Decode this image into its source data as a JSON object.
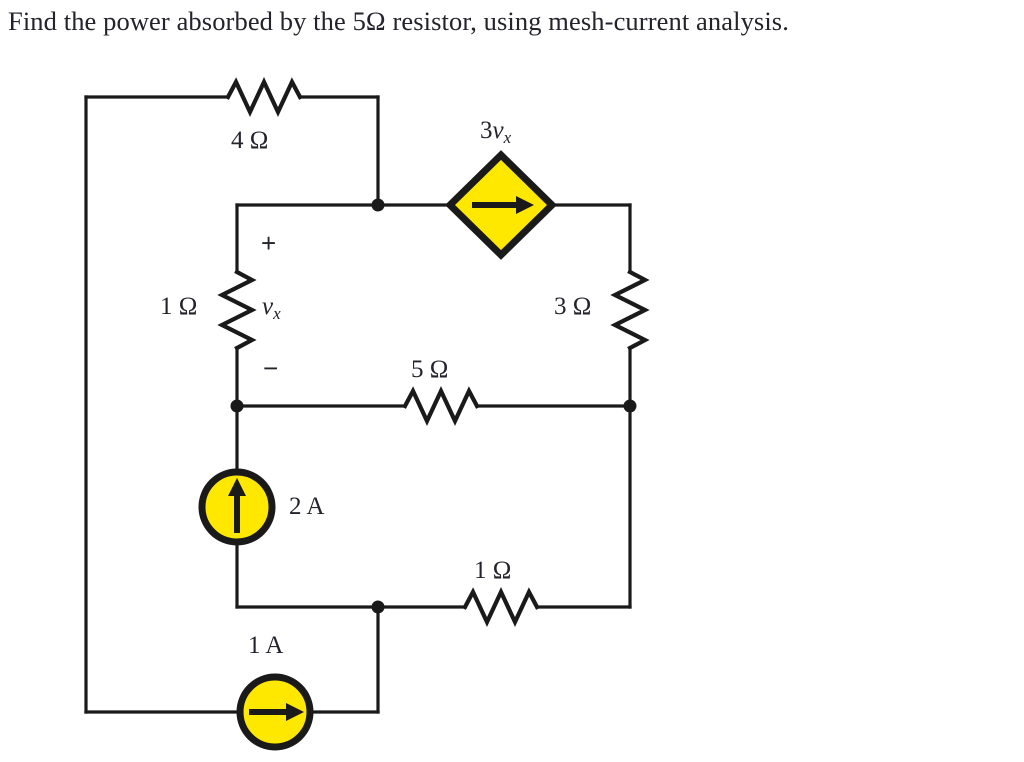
{
  "question": {
    "text": "Find the power absorbed by the 5Ω resistor, using mesh-current analysis."
  },
  "colors": {
    "source_fill": "#FFE800",
    "wire": "#1a1a1a",
    "text": "#23232b",
    "background": "#ffffff"
  },
  "circuit": {
    "title": "mesh-current circuit",
    "components": {
      "r_top": {
        "label": "4 Ω",
        "value": "4",
        "unit": "Ω",
        "type": "resistor",
        "orientation": "horizontal"
      },
      "r_left": {
        "label": "1 Ω",
        "value": "1",
        "unit": "Ω",
        "type": "resistor",
        "orientation": "vertical"
      },
      "r_right": {
        "label": "3 Ω",
        "value": "3",
        "unit": "Ω",
        "type": "resistor",
        "orientation": "vertical"
      },
      "r_middle": {
        "label": "5 Ω",
        "value": "5",
        "unit": "Ω",
        "type": "resistor",
        "orientation": "horizontal"
      },
      "r_bottom": {
        "label": "1 Ω",
        "value": "1",
        "unit": "Ω",
        "type": "resistor",
        "orientation": "horizontal"
      },
      "dependent_source": {
        "label_prefix": "3",
        "label_var": "v",
        "label_sub": "x",
        "type": "dependent-current-source",
        "shape": "diamond",
        "arrow": "right"
      },
      "source_2a": {
        "label": "2 A",
        "value": "2",
        "unit": "A",
        "type": "independent-current-source",
        "shape": "circle",
        "arrow": "up"
      },
      "source_1a": {
        "label": "1 A",
        "value": "1",
        "unit": "A",
        "type": "independent-current-source",
        "shape": "circle",
        "arrow": "right"
      }
    },
    "annotations": {
      "vx_var": "v",
      "vx_sub": "x",
      "plus": "+",
      "minus": "−"
    }
  }
}
